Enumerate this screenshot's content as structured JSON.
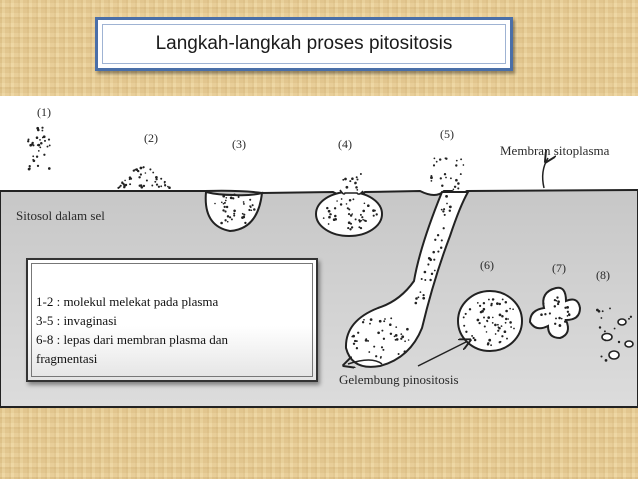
{
  "slide": {
    "title": "Langkah-langkah proses pitositosis"
  },
  "diagram": {
    "steps": [
      "(1)",
      "(2)",
      "(3)",
      "(4)",
      "(5)",
      "(6)",
      "(7)",
      "(8)"
    ],
    "labels": {
      "membrane": "Membran sitoplasma",
      "cytosol": "Sitosol dalam sel",
      "vesicle": "Gelembung pinositosis"
    }
  },
  "legend": {
    "lines": [
      "1-2 : molekul melekat pada plasma",
      "3-5 : invaginasi",
      "6-8 : lepas dari membran plasma dan",
      "fragmentasi"
    ]
  },
  "colors": {
    "background": "#ead19b",
    "title_border": "#4a6fa8",
    "cytosol": "#cfcfcf"
  }
}
